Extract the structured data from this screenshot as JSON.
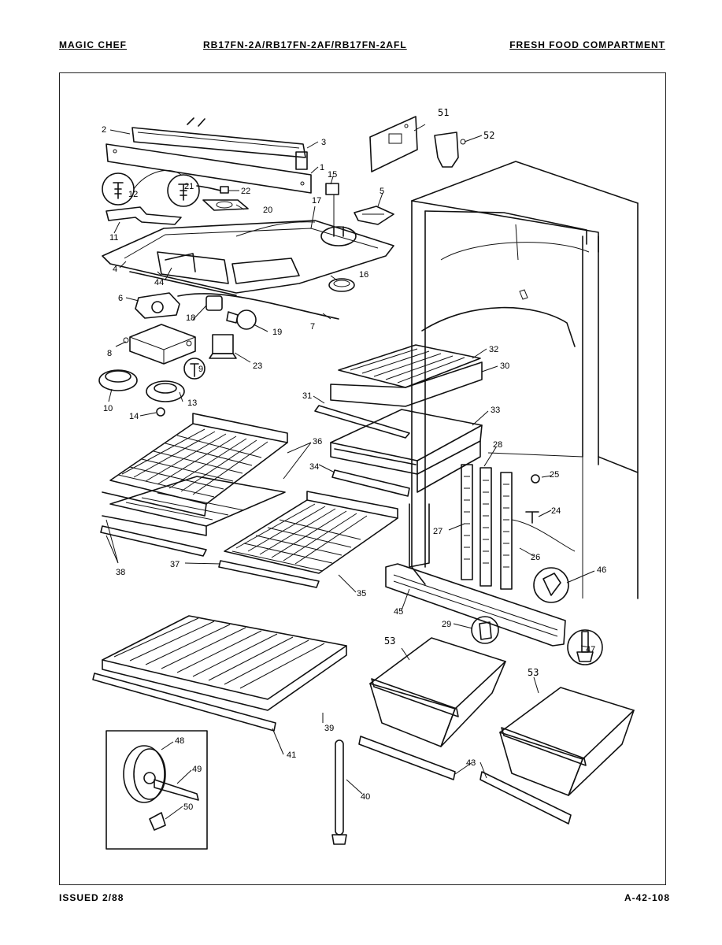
{
  "header": {
    "brand": "MAGIC CHEF",
    "model": "RB17FN-2A/RB17FN-2AF/RB17FN-2AFL",
    "section": "FRESH FOOD COMPARTMENT"
  },
  "footer": {
    "issued": "ISSUED 2/88",
    "code": "A-42-108"
  },
  "callouts": {
    "c1": "1",
    "c2": "2",
    "c3": "3",
    "c4": "4",
    "c5": "5",
    "c6": "6",
    "c7": "7",
    "c8": "8",
    "c9": "9",
    "c10": "10",
    "c11": "11",
    "c12": "12",
    "c13": "13",
    "c14": "14",
    "c15": "15",
    "c16": "16",
    "c17": "17",
    "c18": "18",
    "c19": "19",
    "c20": "20",
    "c21": "21",
    "c22": "22",
    "c23": "23",
    "c24": "24",
    "c25": "25",
    "c26": "26",
    "c27": "27",
    "c28": "28",
    "c29": "29",
    "c30": "30",
    "c31": "31",
    "c32": "32",
    "c33": "33",
    "c34": "34",
    "c35": "35",
    "c36": "36",
    "c37": "37",
    "c38": "38",
    "c39": "39",
    "c40": "40",
    "c41": "41",
    "c43": "43",
    "c44": "44",
    "c45": "45",
    "c46": "46",
    "c47": "47",
    "c48": "48",
    "c49": "49",
    "c50": "50",
    "c51": "51",
    "c52": "52",
    "c53a": "53",
    "c53b": "53"
  }
}
